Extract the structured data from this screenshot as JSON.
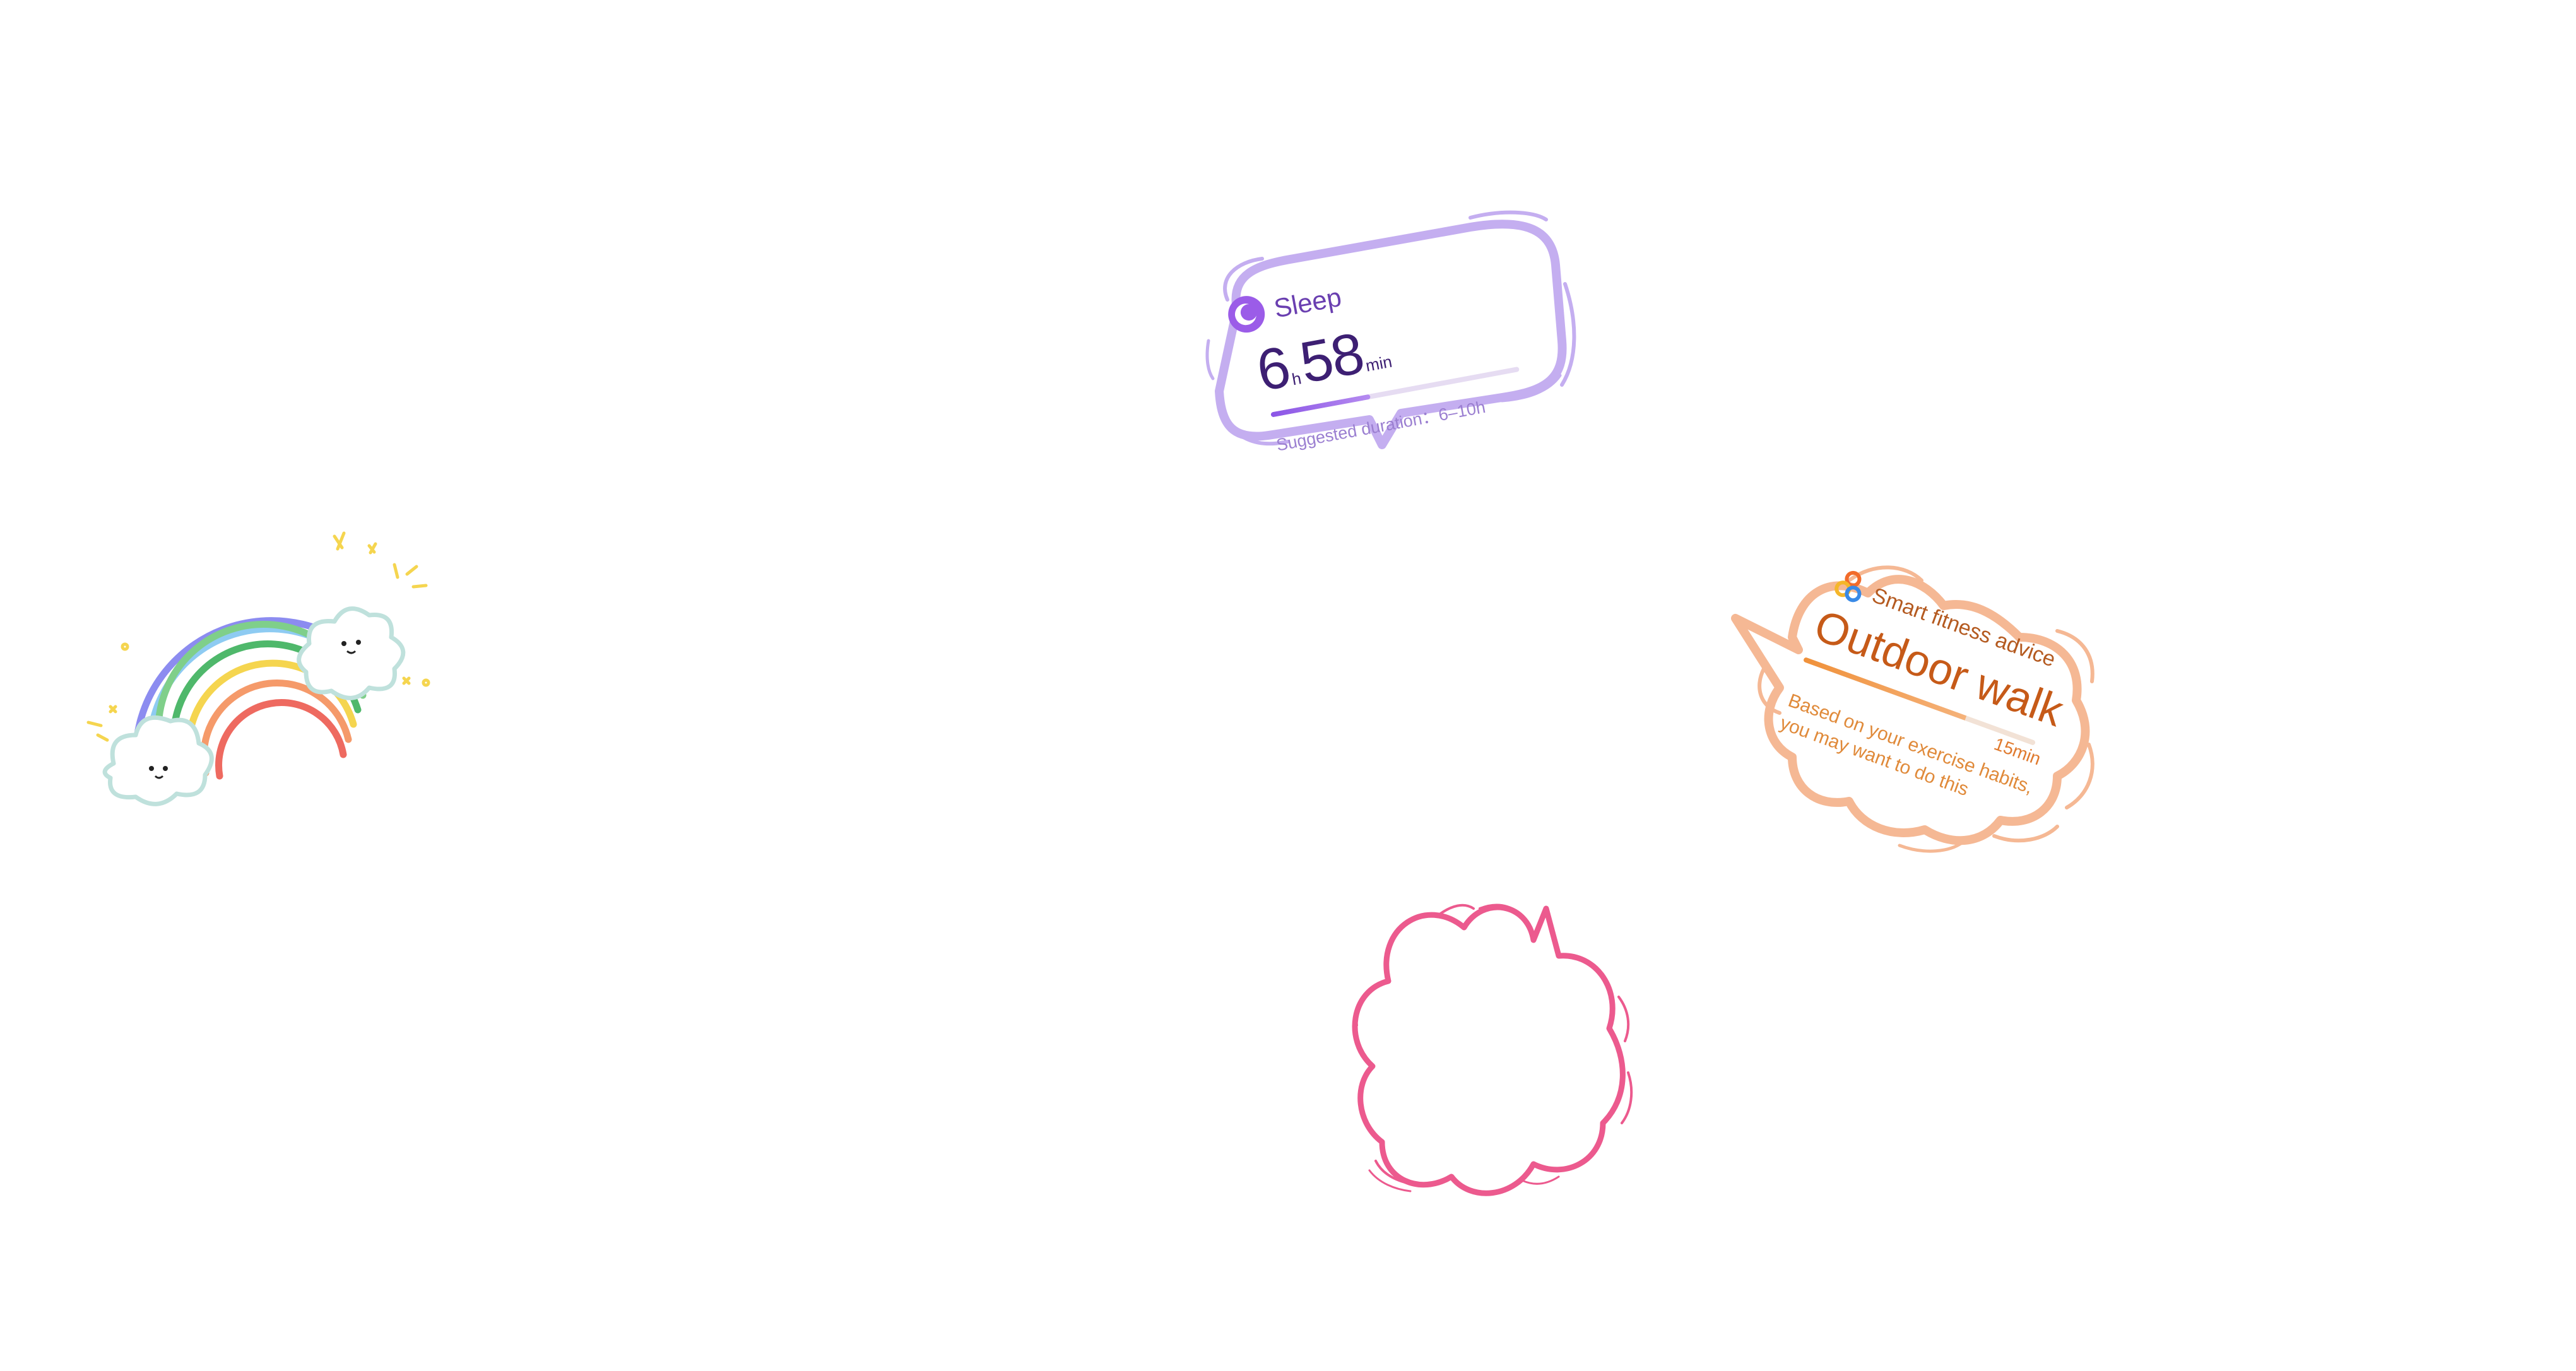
{
  "sleep_card": {
    "title": "Sleep",
    "hours": "6",
    "hours_unit": "h",
    "minutes": "58",
    "minutes_unit": "min",
    "suggested": "Suggested duration：6–10h",
    "progress_fraction": 0.4,
    "icon": "moon-icon",
    "accent_color": "#8b55e6"
  },
  "fitness_card": {
    "title": "Smart fitness advice",
    "activity": "Outdoor walk",
    "duration": "15min",
    "description_line1": "Based on your exercise habits,",
    "description_line2": "you may want to do this",
    "progress_fraction": 0.7,
    "icon": "activity-rings-icon",
    "accent_color": "#e07a2e"
  },
  "stickers": {
    "rainbow": "rainbow-with-clouds-icon",
    "pink_bubble": "pink-cloud-bubble-icon"
  },
  "colors": {
    "sleep_outline": "#c4aef0",
    "fitness_outline": "#f5b894",
    "pink_outline": "#ec5a8e"
  }
}
